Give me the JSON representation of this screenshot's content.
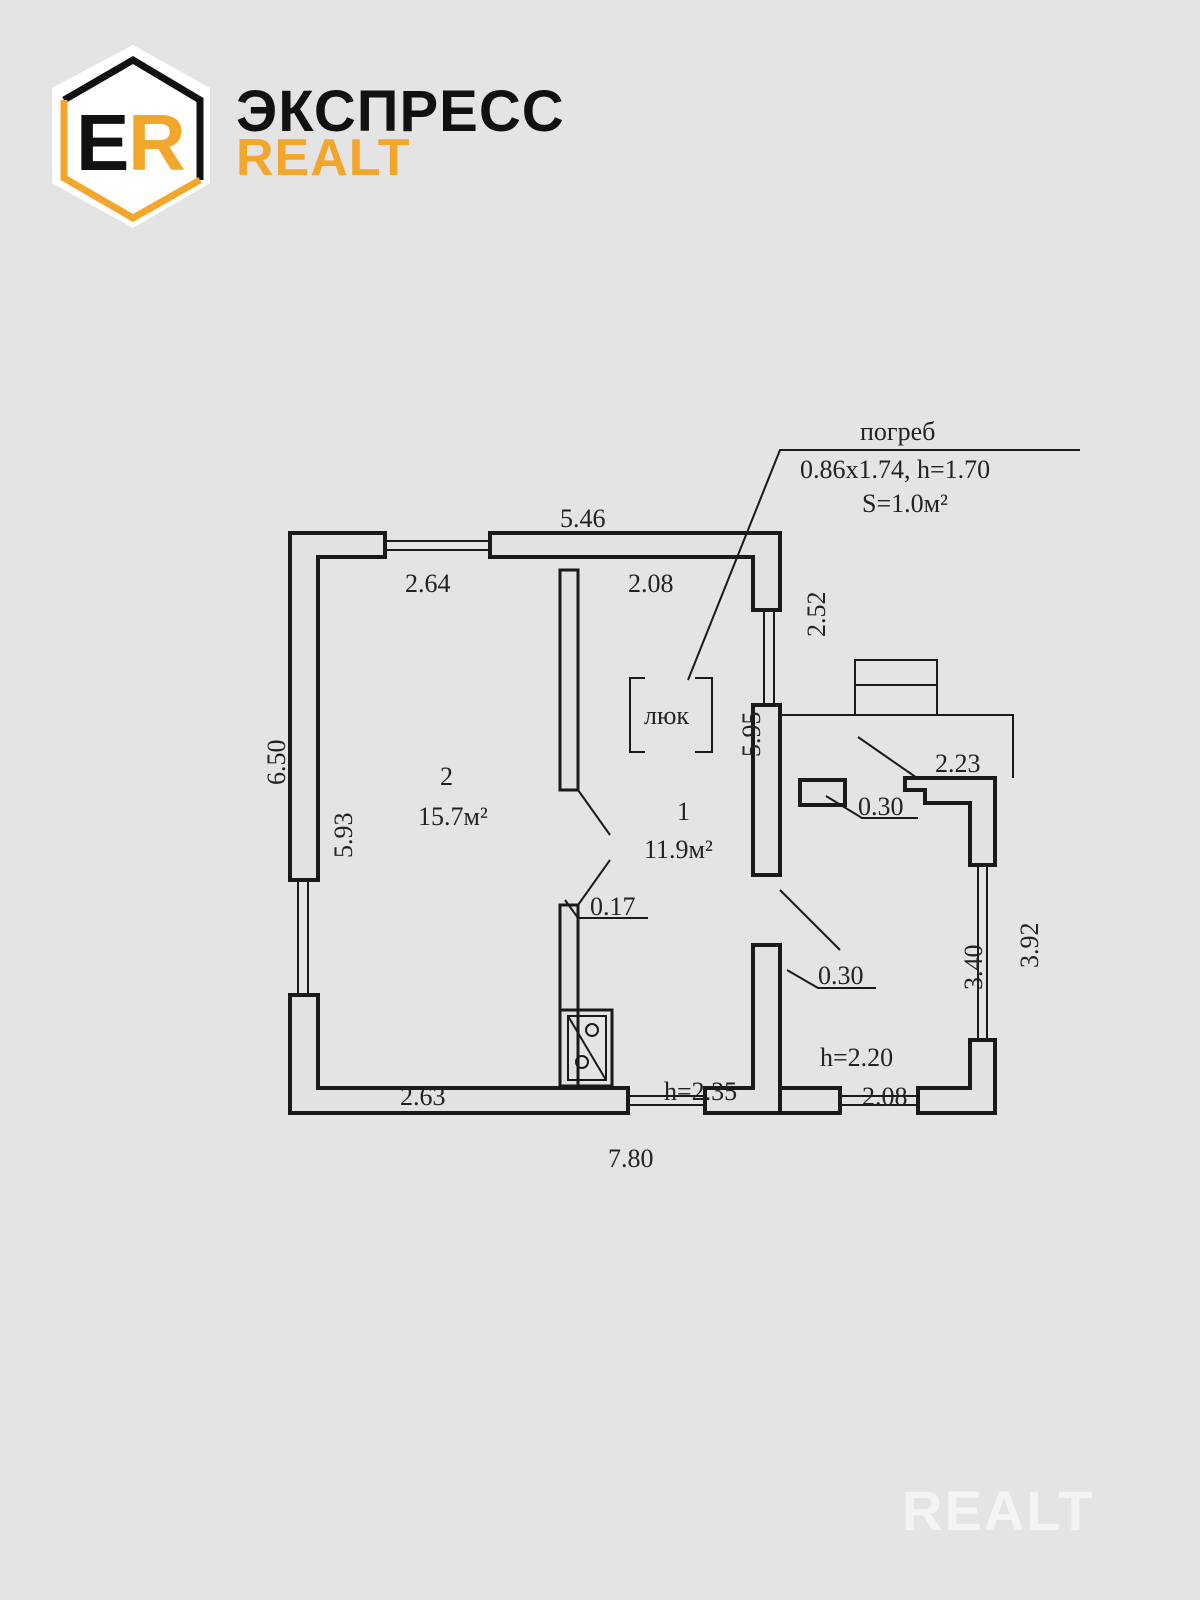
{
  "logo": {
    "monogram_e": "E",
    "monogram_r": "R",
    "line1": "ЭКСПРЕСС",
    "line2": "REALT",
    "colors": {
      "accent": "#f2a72c",
      "dark": "#111111"
    }
  },
  "watermark": "REALT",
  "plan": {
    "cellar_note": {
      "title": "погреб",
      "size": "0.86x1.74, h=1.70",
      "area": "S=1.0м²"
    },
    "hatch_label": "люк",
    "rooms": [
      {
        "number": "2",
        "area": "15.7м²"
      },
      {
        "number": "1",
        "area": "11.9м²"
      }
    ],
    "dimensions": {
      "top_outer": "5.46",
      "top_left_inner": "2.64",
      "top_right_inner": "2.08",
      "right_top": "2.52",
      "right_main": "5.95",
      "left_outer": "6.50",
      "left_inner": "5.93",
      "partition": "0.17",
      "annex_top": "2.23",
      "annex_stub": "0.30",
      "annex_door": "0.30",
      "annex_inner": "3.40",
      "annex_outer": "3.92",
      "annex_height": "h=2.20",
      "annex_bottom": "2.08",
      "bottom_left_inner": "2.63",
      "main_height": "h=2.35",
      "bottom_outer": "7.80"
    }
  }
}
